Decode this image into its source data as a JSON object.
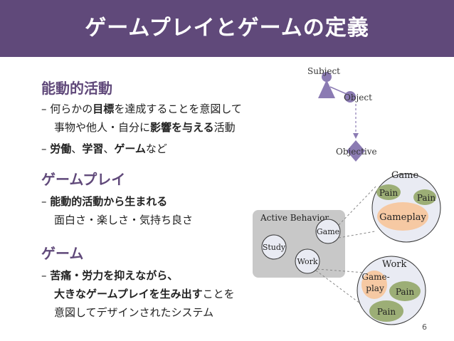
{
  "slide_title": "ゲームプレイとゲームの定義",
  "page_number": "6",
  "sections": {
    "active": {
      "heading": "能動的活動",
      "b1": {
        "dash": "–",
        "pre": "何らかの",
        "bold1": "目標",
        "mid": "を達成することを意図して"
      },
      "b1l2": {
        "pre": "事物や他人・自分に",
        "bold": "影響を与える",
        "post": "活動"
      },
      "b2": {
        "dash": "–",
        "bold1": "労働",
        "sep1": "、",
        "bold2": "学習",
        "sep2": "、",
        "bold3": "ゲーム",
        "post": "など"
      }
    },
    "gameplay": {
      "heading": "ゲームプレイ",
      "b1": {
        "dash": "–",
        "bold": "能動的活動から生まれる"
      },
      "b1l2": "面白さ・楽しさ・気持ち良さ"
    },
    "game": {
      "heading": "ゲーム",
      "b1": {
        "dash": "–",
        "bold": "苦痛・労力を抑えながら、"
      },
      "b1l2": {
        "bold": "大きなゲームプレイを生み出す",
        "post": "ことを"
      },
      "b1l3": "意図してデザインされたシステム"
    }
  },
  "diagram": {
    "subject": "Subject",
    "object": "Object",
    "objective": "Objective",
    "active_behavior": "Active Behavior",
    "game": "Game",
    "study": "Study",
    "work": "Work",
    "game_circle": {
      "title": "Game",
      "pain1": "Pain",
      "pain2": "Pain",
      "gameplay": "Gameplay"
    },
    "work_circle": {
      "title": "Work",
      "gameplay_1": "Game-",
      "gameplay_2": "play",
      "pain1": "Pain",
      "pain2": "Pain"
    },
    "colors": {
      "purple": "#8b7bb3",
      "orange": "#f6c9a3",
      "green": "#9cae76",
      "circle_fill": "#e9ebf3",
      "gray_box": "#c8c8c8"
    }
  }
}
